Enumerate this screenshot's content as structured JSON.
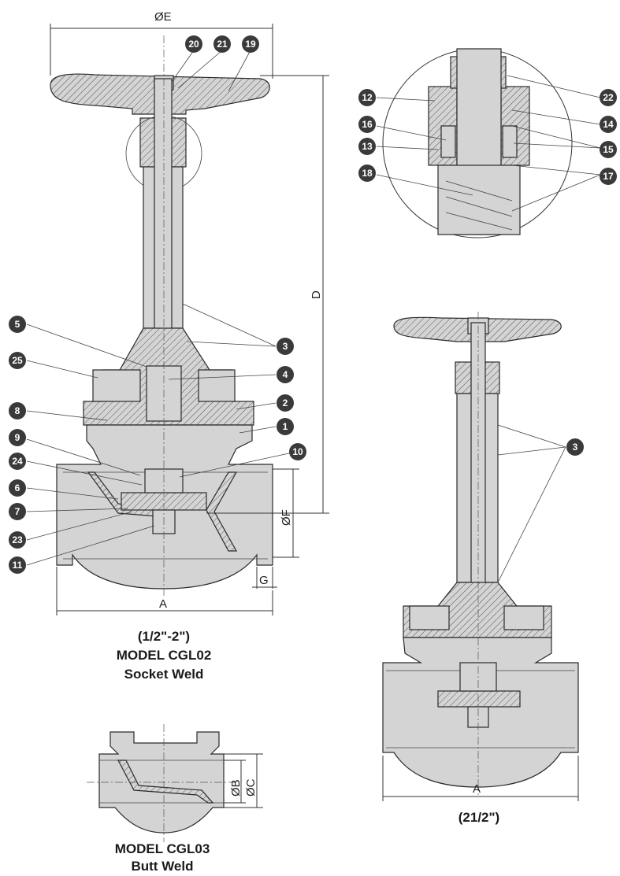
{
  "dimensions": {
    "oe": "ØE",
    "d": "D",
    "of": "ØF",
    "g": "G",
    "a_main": "A",
    "a_side": "A",
    "ob": "ØB",
    "oc": "ØC"
  },
  "captions": {
    "main_size": "(1/2\"-2\")",
    "main_model": "MODEL CGL02",
    "main_type": "Socket Weld",
    "side_size": "(21/2\")",
    "butt_model": "MODEL CGL03",
    "butt_type": "Butt Weld"
  },
  "callouts": {
    "c20": "20",
    "c21": "21",
    "c19": "19",
    "c12": "12",
    "c16": "16",
    "c13": "13",
    "c18": "18",
    "c22": "22",
    "c14": "14",
    "c15": "15",
    "c17": "17",
    "c5": "5",
    "c25": "25",
    "c8": "8",
    "c9": "9",
    "c24": "24",
    "c6": "6",
    "c7": "7",
    "c23": "23",
    "c11": "11",
    "c3": "3",
    "c4": "4",
    "c2": "2",
    "c1": "1",
    "c10": "10",
    "c3b": "3"
  },
  "colors": {
    "callout_fill": "#3a3a3a",
    "part_fill": "#d4d4d4",
    "line": "#2a2a2a"
  }
}
